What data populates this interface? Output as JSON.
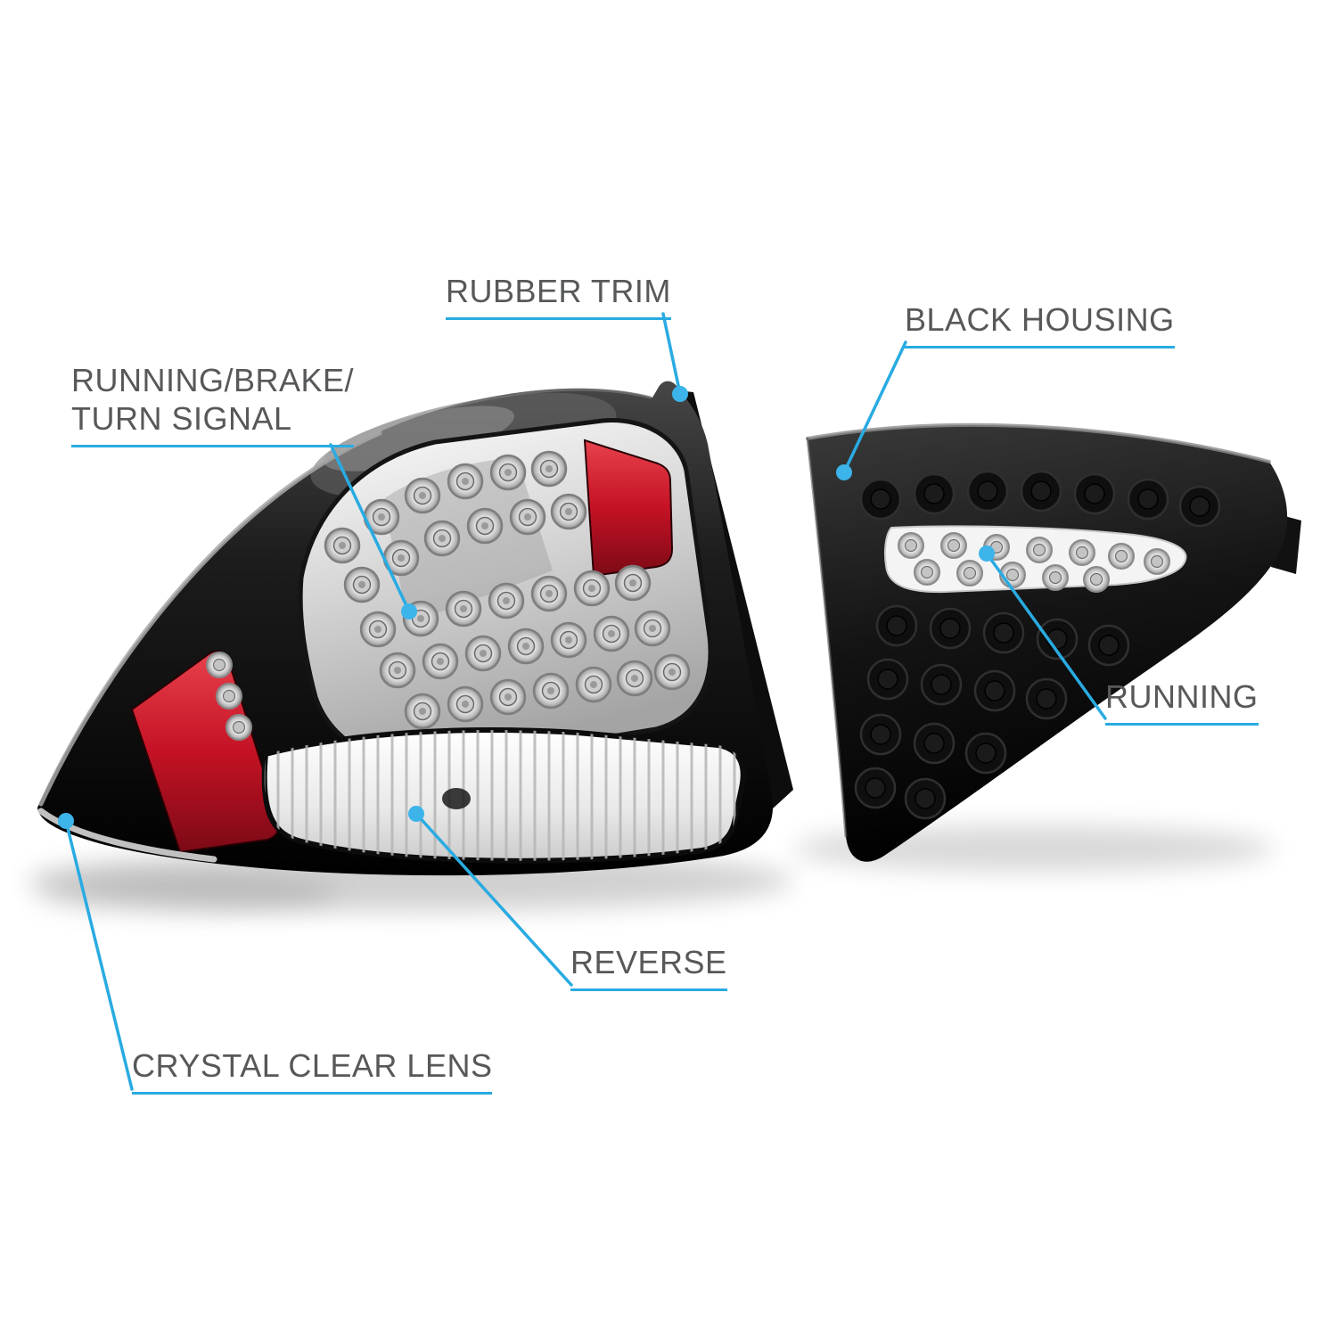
{
  "callouts": {
    "rubber_trim": {
      "label": "RUBBER TRIM"
    },
    "black_housing": {
      "label": "BLACK HOUSING"
    },
    "running_brake_turn": {
      "label_line1": "RUNNING/BRAKE/",
      "label_line2": "TURN SIGNAL"
    },
    "running": {
      "label": "RUNNING"
    },
    "reverse": {
      "label": "REVERSE"
    },
    "crystal_clear_lens": {
      "label": "CRYSTAL CLEAR LENS"
    }
  },
  "colors": {
    "accent_blue": "#29abe2",
    "dot_blue": "#3cb4ea",
    "label_gray": "#57585a",
    "reflector_red": "#c41224",
    "background": "#ffffff"
  }
}
